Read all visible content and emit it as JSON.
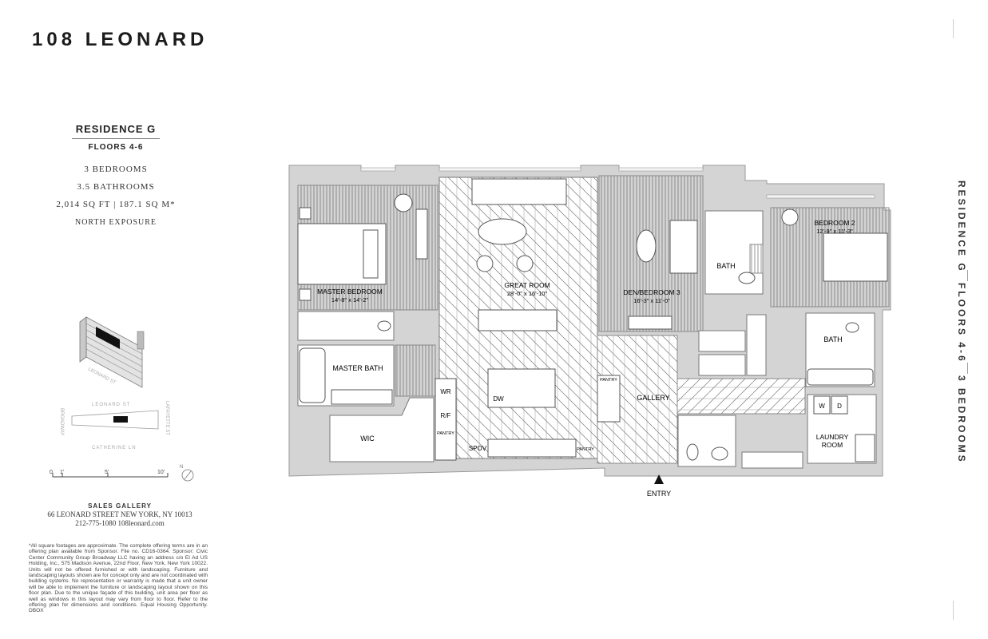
{
  "brand": "108 LEONARD",
  "residence": {
    "title": "RESIDENCE G",
    "floors": "FLOORS 4-6",
    "bedrooms": "3 BEDROOMS",
    "bathrooms": "3.5 BATHROOMS",
    "area": "2,014 SQ FT | 187.1 SQ M*",
    "exposure": "NORTH EXPOSURE"
  },
  "keyplan": {
    "building_street": "LEONARD ST",
    "streets": {
      "north": "LEONARD ST",
      "south": "CATHERINE LN",
      "west": "BROADWAY",
      "east": "LAFAYETTE ST"
    }
  },
  "scale": {
    "ticks": [
      "0",
      "1'",
      "5'",
      "10'"
    ],
    "north": "N"
  },
  "sales": {
    "title": "SALES GALLERY",
    "address": "66 LEONARD STREET   NEW YORK, NY 10013",
    "contact": "212-775-1080  108leonard.com"
  },
  "disclaimer": "*All square footages are approximate. The complete offering terms are in an offering plan available from Sponsor. File no. CD16-0364. Sponsor: Civic Center Community Group Broadway LLC having an address c/o El Ad US Holding, Inc., 575 Madison Avenue, 22nd Floor, New York, New York 10022. Units will not be offered furnished or with landscaping. Furniture and landscaping layouts shown are for concept only and are not coordinated with building systems. No representation or warranty is made that a unit owner will be able to implement the furniture or landscaping layout shown on this floor plan. Due to the unique façade of this building, unit area per floor as well as windows in this layout may vary from floor to floor. Refer to the offering plan for dimensions and conditions. Equal Housing Opportunity. DBOX",
  "plan": {
    "rooms": {
      "master_bedroom": {
        "name": "MASTER BEDROOM",
        "dims": "14'-8\" x 14'-2\""
      },
      "great_room": {
        "name": "GREAT ROOM",
        "dims": "28'-0\" x 16'-10\""
      },
      "den": {
        "name": "DEN/BEDROOM 3",
        "dims": "16'-3\" x 11'-0\""
      },
      "bedroom2": {
        "name": "BEDROOM 2",
        "dims": "12'-9\" x 11'-3\""
      },
      "master_bath": "MASTER BATH",
      "bath_den": "BATH",
      "bath_b2": "BATH",
      "wic": "WIC",
      "gallery": "GALLERY",
      "laundry": "LAUNDRY ROOM",
      "entry": "ENTRY"
    },
    "fixtures": {
      "wr": "WR",
      "rf": "R/F",
      "pantry_small": "PANTRY",
      "spov": "SPOV",
      "dw": "DW",
      "pantry_kitchen": "PANTRY",
      "pantry_gallery": "PANTRY",
      "washer": "W",
      "dryer": "D"
    }
  },
  "vertical_label": {
    "a": "RESIDENCE G",
    "b": "FLOORS 4-6",
    "c": "3 BEDROOMS"
  }
}
